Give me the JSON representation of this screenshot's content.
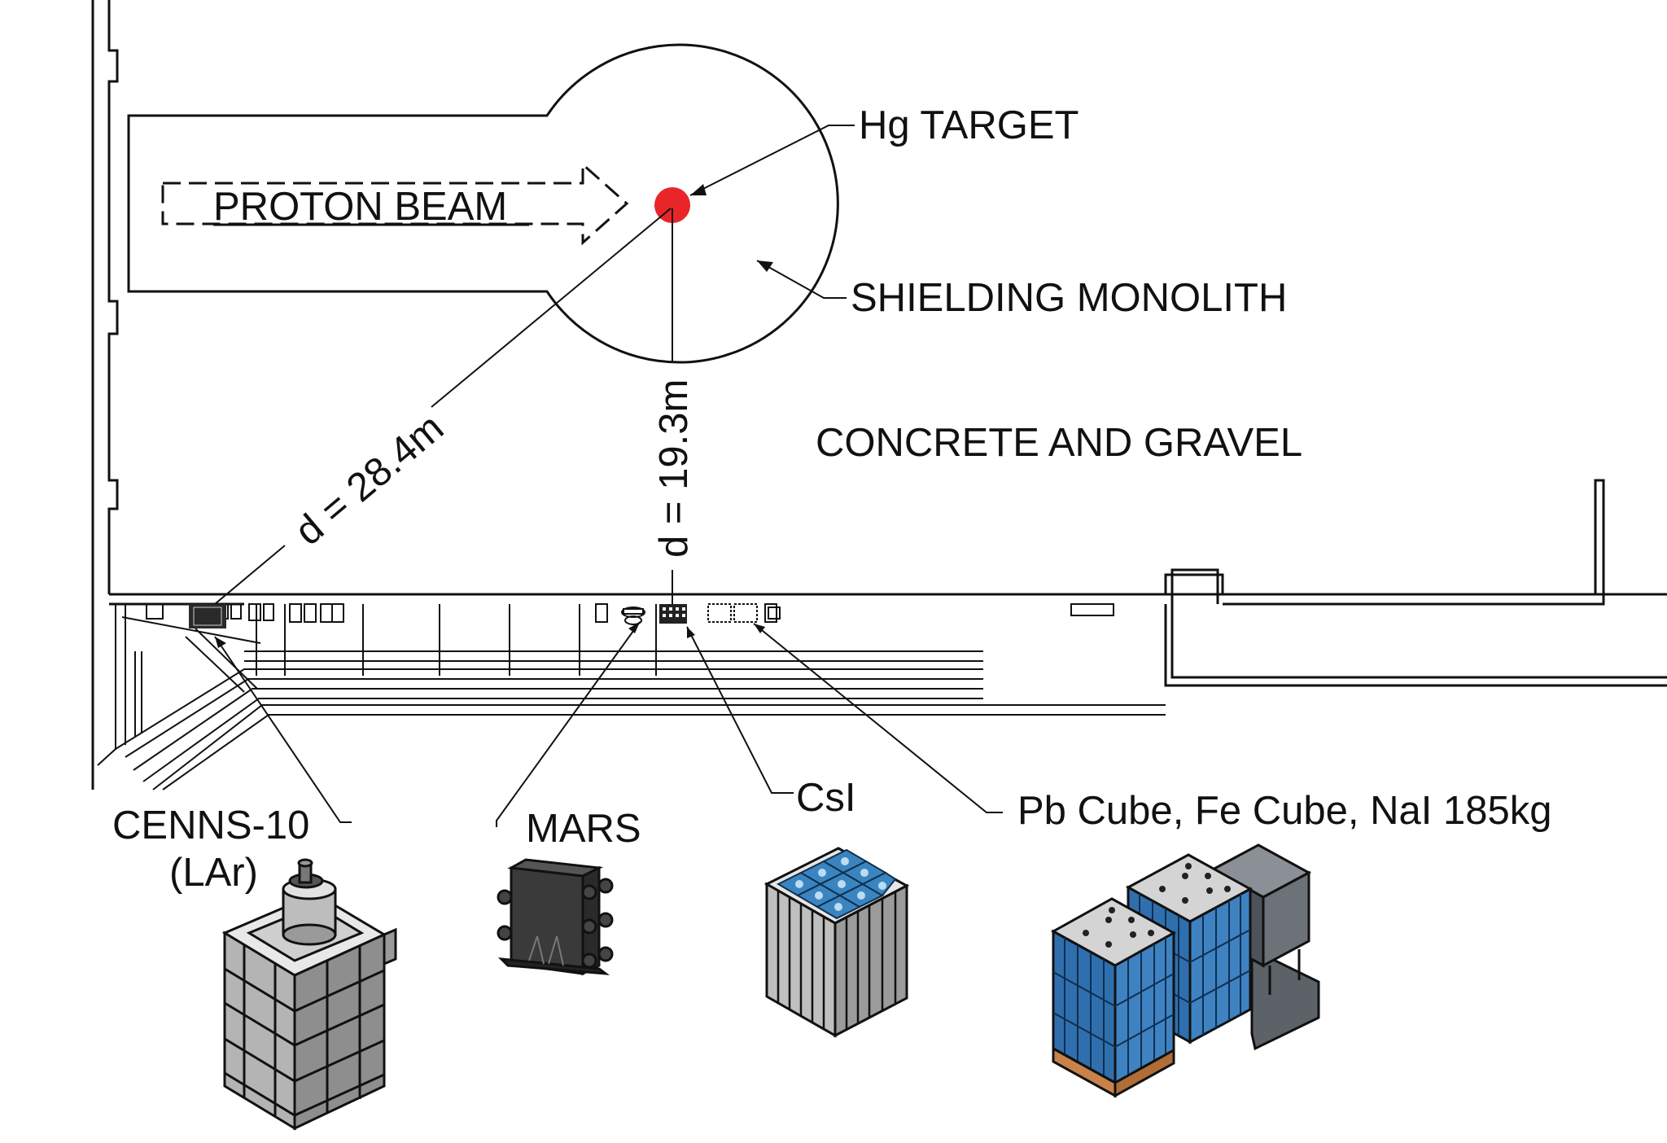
{
  "labels": {
    "hg_target": "Hg TARGET",
    "proton_beam": "PROTON BEAM",
    "shielding_monolith": "SHIELDING MONOLITH",
    "concrete_gravel": "CONCRETE AND GRAVEL",
    "d_diagonal": "d = 28.4m",
    "d_vertical": "d = 19.3m",
    "cenns_line1": "CENNS-10",
    "cenns_line2": "(LAr)",
    "mars": "MARS",
    "csi": "CsI",
    "pb_fe_nai": "Pb Cube, Fe Cube, NaI 185kg"
  },
  "colors": {
    "target": "#e8262a",
    "line": "#111111",
    "csi_blue": "#3a85c0",
    "cube_blue": "#2f6fae",
    "steel_gray": "#a8a8a8",
    "dark_gray": "#4d5358",
    "pallet": "#c9824a"
  }
}
